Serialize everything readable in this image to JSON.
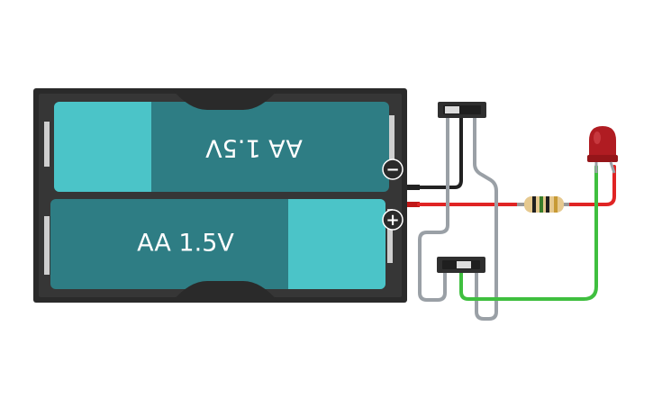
{
  "battery_holder": {
    "cell_top": {
      "label": "AA 1.5V",
      "orientation": "upside-down"
    },
    "cell_bottom": {
      "label": "AA 1.5V",
      "orientation": "normal"
    },
    "terminals": {
      "negative_symbol": "−",
      "positive_symbol": "+"
    }
  },
  "components": {
    "switches": [
      "slide-switch-top",
      "slide-switch-bottom"
    ],
    "resistor": "resistor",
    "led": "red-led"
  },
  "colors": {
    "holder": "#2a2a2a",
    "cell_body": "#2e7d84",
    "cell_cap": "#4bc4c8",
    "wire_black": "#222222",
    "wire_red": "#e02424",
    "wire_gray": "#9aa0a6",
    "wire_green": "#3fbf3f",
    "led": "#b01c22",
    "resistor_body": "#e6c98f"
  }
}
